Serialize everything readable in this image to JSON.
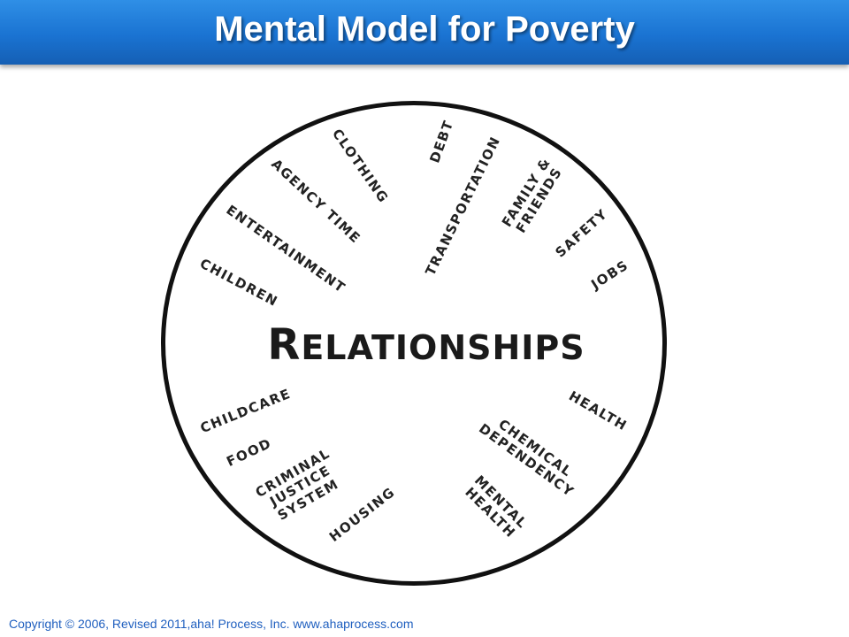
{
  "title": "Mental Model for Poverty",
  "center": {
    "initial": "R",
    "rest": "ELATIONSHIPS"
  },
  "items": {
    "clothing": "CLOTHING",
    "debt": "DEBT",
    "transportation": "TRANSPORTATION",
    "family_friends_1": "FAMILY &",
    "family_friends_2": "FRIENDS",
    "agency_time": "AGENCY TIME",
    "entertainment": "ENTERTAINMENT",
    "safety": "SAFETY",
    "jobs": "JOBS",
    "children": "CHILDREN",
    "childcare": "CHILDCARE",
    "health": "HEALTH",
    "chemical_dependency_1": "CHEMICAL",
    "chemical_dependency_2": "DEPENDENCY",
    "food": "FOOD",
    "criminal_justice_1": "CRIMINAL",
    "criminal_justice_2": "JUSTICE",
    "criminal_justice_3": "SYSTEM",
    "housing": "HOUSING",
    "mental_health_1": "MENTAL",
    "mental_health_2": "HEALTH"
  },
  "footer": "Copyright © 2006, Revised 2011,aha! Process, Inc. www.ahaprocess.com",
  "colors": {
    "title_bar": "#1a73d2",
    "footer_text": "#1f5fbf"
  }
}
